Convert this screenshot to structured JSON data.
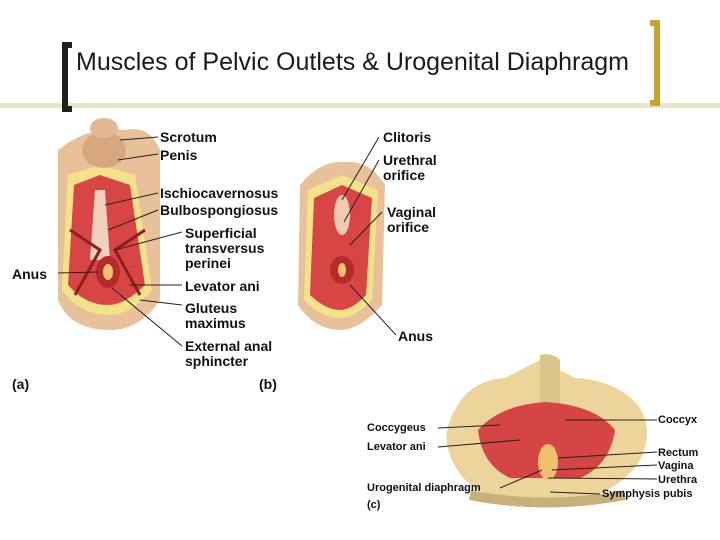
{
  "title": "Muscles of Pelvic Outlets & Urogenital Diaphragm",
  "labels_a": {
    "scrotum": "Scrotum",
    "penis": "Penis",
    "ischiocavernosus": "Ischiocavernosus",
    "bulbospongiosus": "Bulbospongiosus",
    "superficial_transversus": "Superficial\ntransversus\nperinei",
    "anus": "Anus",
    "levator_ani": "Levator ani",
    "gluteus": "Gluteus\nmaximus",
    "external_anal": "External anal\nsphincter",
    "panel": "(a)"
  },
  "labels_b": {
    "clitoris": "Clitoris",
    "urethral": "Urethral\norifice",
    "vaginal": "Vaginal\norifice",
    "anus": "Anus",
    "panel": "(b)"
  },
  "labels_c": {
    "coccygeus": "Coccygeus",
    "levator_ani": "Levator ani",
    "urogenital": "Urogenital diaphragm",
    "panel": "(c)",
    "coccyx": "Coccyx",
    "rectum": "Rectum",
    "vagina": "Vagina",
    "urethra": "Urethra",
    "symphysis": "Symphysis pubis"
  }
}
